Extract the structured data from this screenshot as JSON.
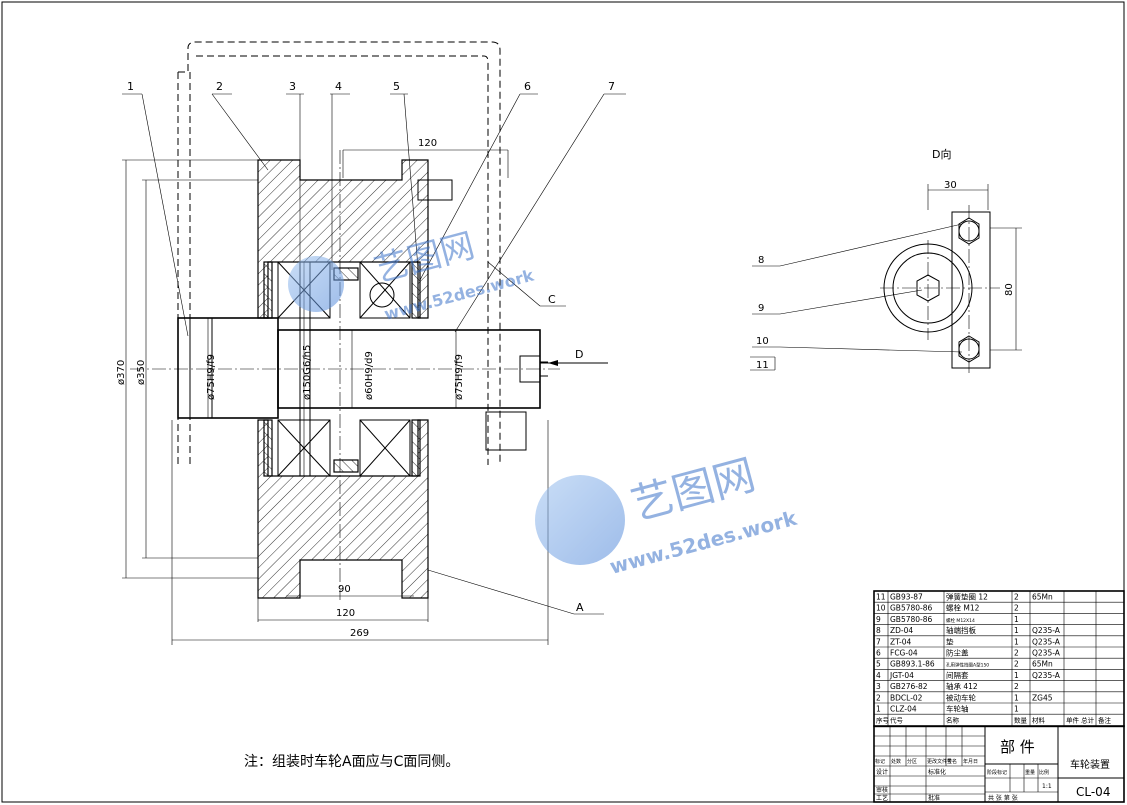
{
  "balloons": [
    "1",
    "2",
    "3",
    "4",
    "5",
    "6",
    "7"
  ],
  "view_d": {
    "title": "D向",
    "balloons": [
      "8",
      "9",
      "10",
      "11"
    ],
    "dim_width": "30",
    "dim_height": "80"
  },
  "dimensions": {
    "top_120": "120",
    "bottom_90": "90",
    "bottom_120": "120",
    "overall_269": "269",
    "dia_370": "ø370",
    "dia_350": "ø350",
    "fit_75_left": "ø75H9/f9",
    "fit_150": "ø150G6/h5",
    "fit_60": "ø60H9/d9",
    "fit_75_right": "ø75H9/f9"
  },
  "labels": {
    "c": "C",
    "a": "A",
    "d": "D"
  },
  "note": "注：组装时车轮A面应与C面同侧。",
  "watermark": {
    "brand": "艺图网",
    "url": "www.52des.work"
  },
  "bom": {
    "rows": [
      {
        "no": "11",
        "code": "GB93-87",
        "name": "弹簧垫圈 12",
        "qty": "2",
        "material": "65Mn"
      },
      {
        "no": "10",
        "code": "GB5780-86",
        "name": "螺栓 M12",
        "qty": "2",
        "material": ""
      },
      {
        "no": "9",
        "code": "GB5780-86",
        "name": "螺栓 M12X14",
        "qty": "1",
        "material": ""
      },
      {
        "no": "8",
        "code": "ZD-04",
        "name": "轴端挡板",
        "qty": "1",
        "material": "Q235-A"
      },
      {
        "no": "7",
        "code": "ZT-04",
        "name": "垫",
        "qty": "1",
        "material": "Q235-A"
      },
      {
        "no": "6",
        "code": "FCG-04",
        "name": "防尘盖",
        "qty": "2",
        "material": "Q235-A"
      },
      {
        "no": "5",
        "code": "GB893.1-86",
        "name": "孔用弹性挡圈A型150",
        "qty": "2",
        "material": "65Mn"
      },
      {
        "no": "4",
        "code": "JGT-04",
        "name": "间隔套",
        "qty": "1",
        "material": "Q235-A"
      },
      {
        "no": "3",
        "code": "GB276-82",
        "name": "轴承 412",
        "qty": "2",
        "material": ""
      },
      {
        "no": "2",
        "code": "BDCL-02",
        "name": "被动车轮",
        "qty": "1",
        "material": "ZG45"
      },
      {
        "no": "1",
        "code": "CLZ-04",
        "name": "车轮轴",
        "qty": "1",
        "material": ""
      }
    ],
    "header": {
      "no": "序号",
      "code": "代号",
      "name": "名称",
      "qty": "数量",
      "material": "材料",
      "extra1": "单件 总计",
      "extra2": "备注"
    }
  },
  "title_block": {
    "part_label": "部 件",
    "name": "车轮装置",
    "drawing_no": "CL-04",
    "rows": [
      "标记",
      "处数",
      "分区",
      "更改文件号",
      "签名",
      "年月日",
      "设计",
      "标准化",
      "审核",
      "工艺",
      "批准",
      "阶段标记",
      "重量",
      "比例",
      "共 张 第 张"
    ],
    "scale": "1:1"
  }
}
